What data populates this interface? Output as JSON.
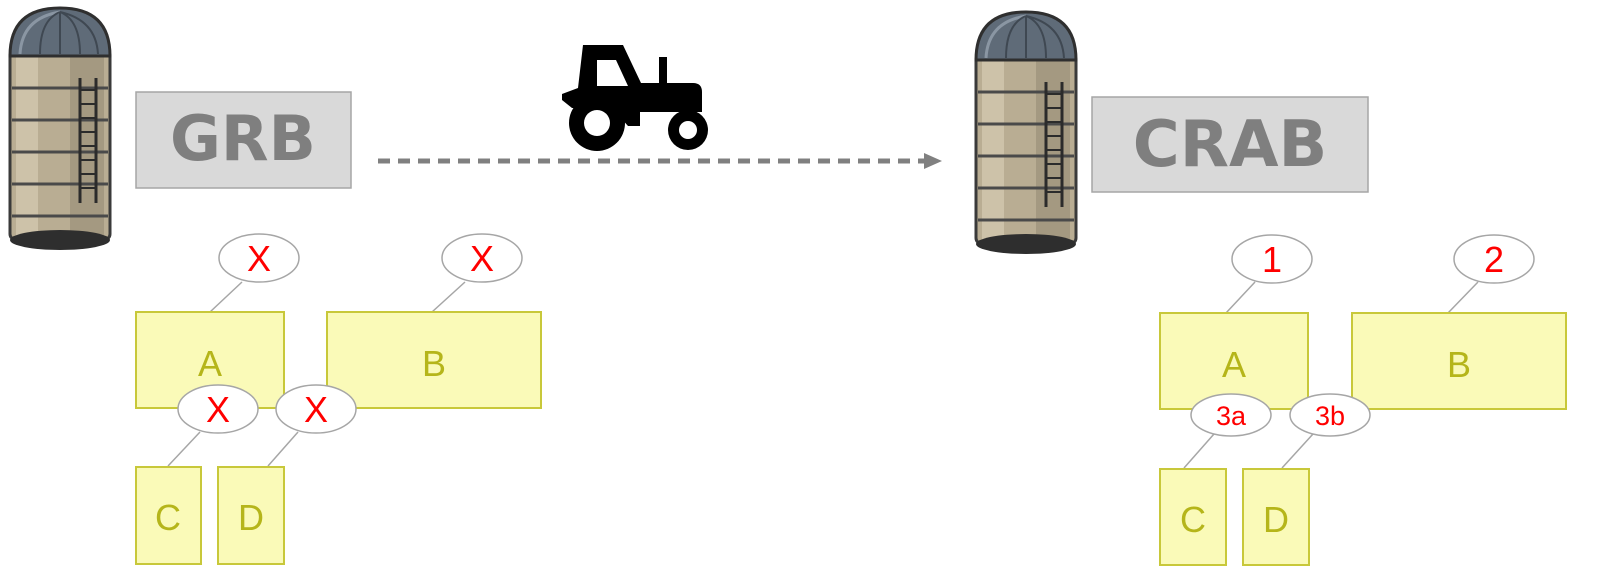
{
  "source": {
    "label": "GRB",
    "shapes": {
      "a": "A",
      "b": "B",
      "c": "C",
      "d": "D"
    },
    "badges": {
      "a": "X",
      "b": "X",
      "c": "X",
      "d": "X"
    }
  },
  "target": {
    "label": "CRAB",
    "shapes": {
      "a": "A",
      "b": "B",
      "c": "C",
      "d": "D"
    },
    "badges": {
      "a": "1",
      "b": "2",
      "c": "3a",
      "d": "3b"
    }
  },
  "icons": {
    "source_silo": "silo-icon",
    "target_silo": "silo-icon",
    "transport": "tractor-icon",
    "flow": "dashed-arrow"
  },
  "colors": {
    "label_box_fill": "#d9d9d9",
    "label_text": "#7f7f7f",
    "shape_fill": "#fafab8",
    "shape_stroke": "#c8c83a",
    "shape_text": "#b5b51a",
    "badge_text": "#ff0000",
    "arrow": "#808080"
  }
}
